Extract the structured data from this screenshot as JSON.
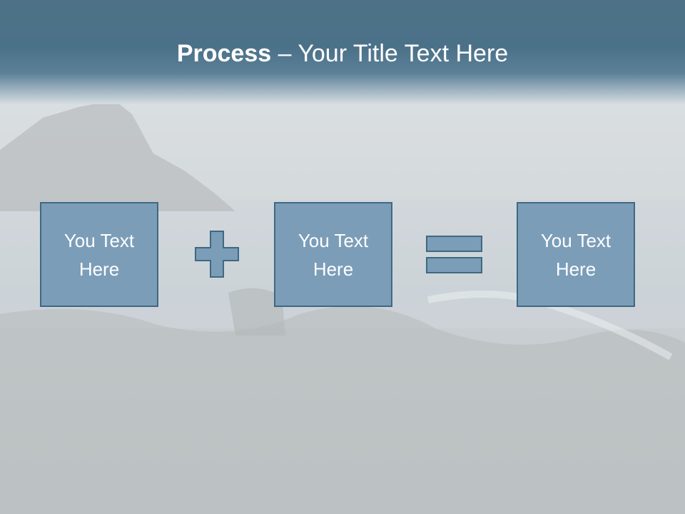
{
  "title": {
    "bold": "Process",
    "rest": " – Your Title Text Here"
  },
  "boxes": [
    {
      "text": "You Text Here"
    },
    {
      "text": "You Text Here"
    },
    {
      "text": "You Text Here"
    }
  ],
  "operators": [
    "plus-icon",
    "equals-icon"
  ],
  "colors": {
    "title_bar": "#4b7189",
    "box_fill": "#7b9db8",
    "box_border": "#3f6882",
    "text": "#ffffff"
  }
}
